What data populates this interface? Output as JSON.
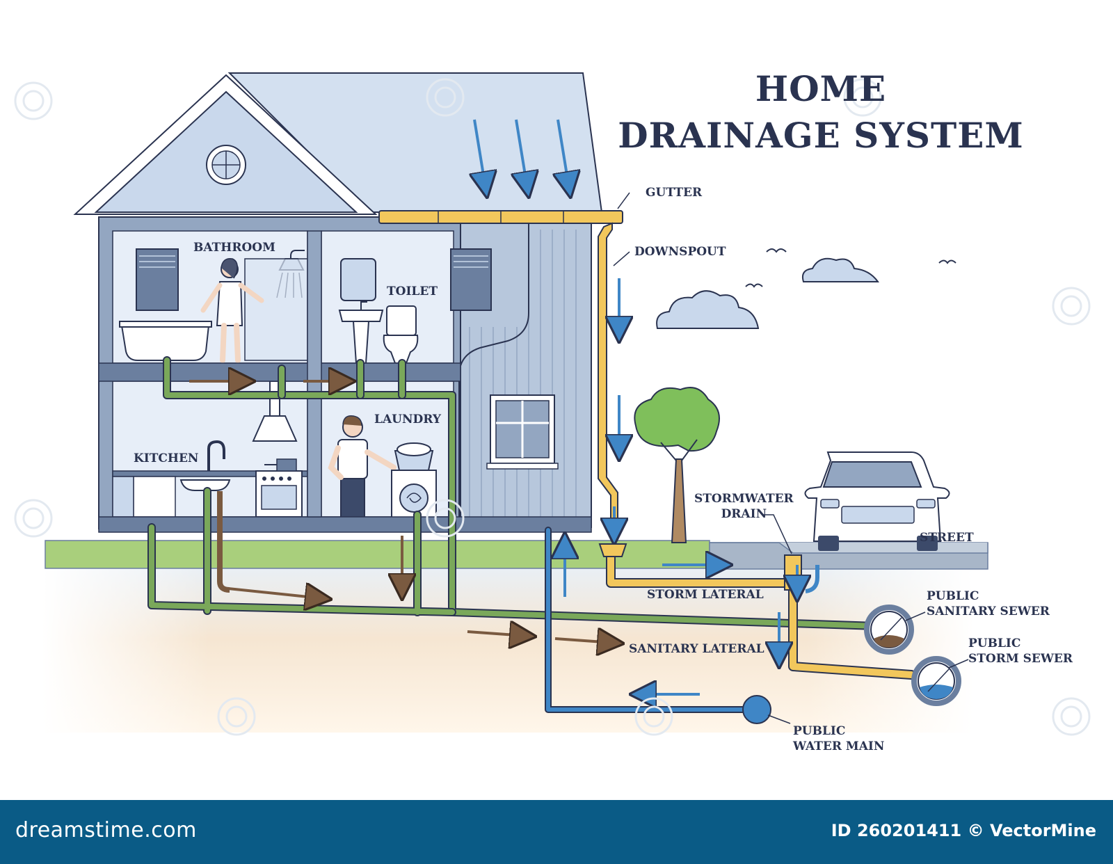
{
  "title": {
    "line1": "HOME",
    "line2": "DRAINAGE SYSTEM"
  },
  "labels": {
    "gutter": "GUTTER",
    "downspout": "DOWNSPOUT",
    "bathroom": "BATHROOM",
    "toilet": "TOILET",
    "kitchen": "KITCHEN",
    "laundry": "LAUNDRY",
    "stormwater_drain_1": "STORMWATER",
    "stormwater_drain_2": "DRAIN",
    "street": "STREET",
    "storm_lateral": "STORM LATERAL",
    "public_sanitary_sewer_1": "PUBLIC",
    "public_sanitary_sewer_2": "SANITARY SEWER",
    "public_storm_sewer_1": "PUBLIC",
    "public_storm_sewer_2": "STORM SEWER",
    "sanitary_lateral": "SANITARY LATERAL",
    "public_water_main_1": "PUBLIC",
    "public_water_main_2": "WATER MAIN"
  },
  "footer": {
    "brand": "dreamstime.com",
    "credit": "ID 260201411 © VectorMine"
  },
  "colors": {
    "house_wall": "#c9d8ec",
    "house_outline": "#6b7f9f",
    "roof": "#d3e0f0",
    "gutter_yellow": "#f2c75c",
    "sanitary_green": "#7aa85a",
    "water_blue": "#3f86c6",
    "waste_brown": "#7a5a40",
    "grass": "#a9cf7c",
    "soil": "#f8dbb5",
    "footer_bg": "#0a5b86"
  },
  "icons": [
    "shower-icon",
    "sink-icon",
    "toilet-icon",
    "bathtub-icon",
    "stove-icon",
    "washing-machine-icon",
    "car-icon",
    "tree-icon",
    "cloud-icon",
    "bird-icon",
    "person-icon"
  ]
}
